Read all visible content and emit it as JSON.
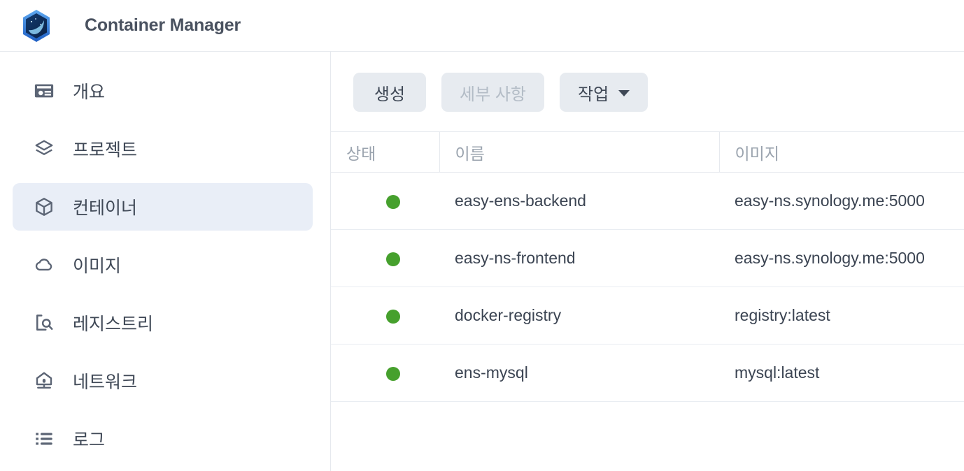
{
  "header": {
    "title": "Container Manager",
    "logo_icon": "hexagon-whale-logo-icon"
  },
  "sidebar": {
    "items": [
      {
        "label": "개요",
        "icon": "card-overview-icon",
        "selected": false
      },
      {
        "label": "프로젝트",
        "icon": "layers-icon",
        "selected": false
      },
      {
        "label": "컨테이너",
        "icon": "cube-icon",
        "selected": true
      },
      {
        "label": "이미지",
        "icon": "cloud-icon",
        "selected": false
      },
      {
        "label": "레지스트리",
        "icon": "search-box-icon",
        "selected": false
      },
      {
        "label": "네트워크",
        "icon": "network-house-icon",
        "selected": false
      },
      {
        "label": "로그",
        "icon": "list-icon",
        "selected": false
      }
    ]
  },
  "toolbar": {
    "create_label": "생성",
    "details_label": "세부 사항",
    "details_disabled": true,
    "action_label": "작업",
    "action_caret_icon": "chevron-down-icon"
  },
  "table": {
    "columns": [
      {
        "key": "status",
        "label": "상태"
      },
      {
        "key": "name",
        "label": "이름"
      },
      {
        "key": "image",
        "label": "이미지"
      }
    ],
    "rows": [
      {
        "status": "running",
        "name": "easy-ens-backend",
        "image": "easy-ns.synology.me:5000"
      },
      {
        "status": "running",
        "name": "easy-ns-frontend",
        "image": "easy-ns.synology.me:5000"
      },
      {
        "status": "running",
        "name": "docker-registry",
        "image": "registry:latest"
      },
      {
        "status": "running",
        "name": "ens-mysql",
        "image": "mysql:latest"
      }
    ]
  },
  "colors": {
    "status_running": "#46a02d",
    "selected_nav_bg": "#e9eef7",
    "button_bg": "#e7ebf0",
    "text": "#3b4452",
    "muted_text": "#9aa3ae",
    "border": "#e6e9ee"
  }
}
